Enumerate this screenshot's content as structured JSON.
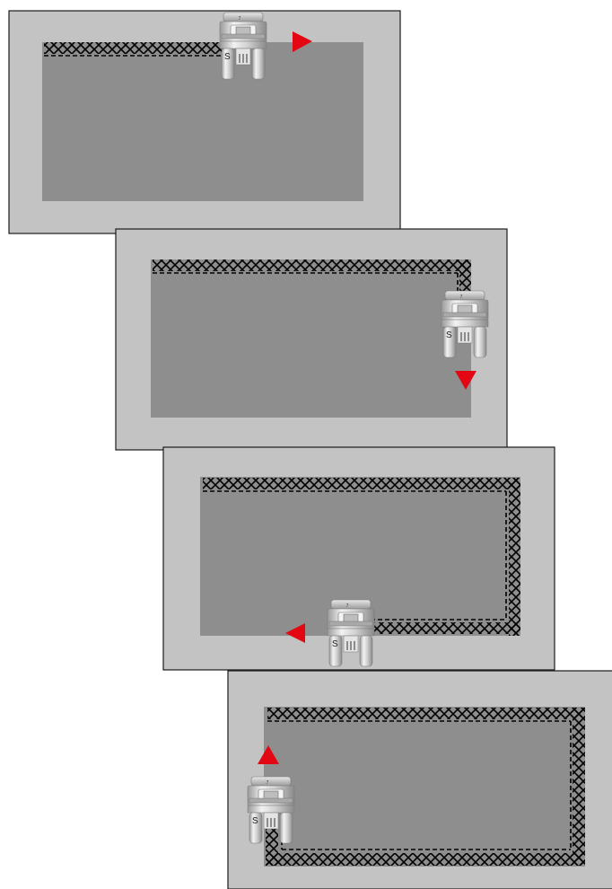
{
  "diagram": {
    "foot_letter": "S",
    "foot_number": "7",
    "colors": {
      "panel_border": "#1a1a1a",
      "panel_fill": "#c3c3c3",
      "fabric_fill": "#8e8e8e",
      "stitch": "#000000",
      "arrow": "#e30613",
      "foot_metal": "#d9d9d9"
    },
    "steps": [
      {
        "name": "step-1",
        "direction": "right",
        "sewn_edges": [
          "top-partial"
        ]
      },
      {
        "name": "step-2",
        "direction": "down",
        "sewn_edges": [
          "top",
          "right-partial"
        ]
      },
      {
        "name": "step-3",
        "direction": "left",
        "sewn_edges": [
          "top",
          "right",
          "bottom-partial"
        ]
      },
      {
        "name": "step-4",
        "direction": "up",
        "sewn_edges": [
          "top",
          "right",
          "bottom",
          "left-partial"
        ]
      }
    ]
  }
}
